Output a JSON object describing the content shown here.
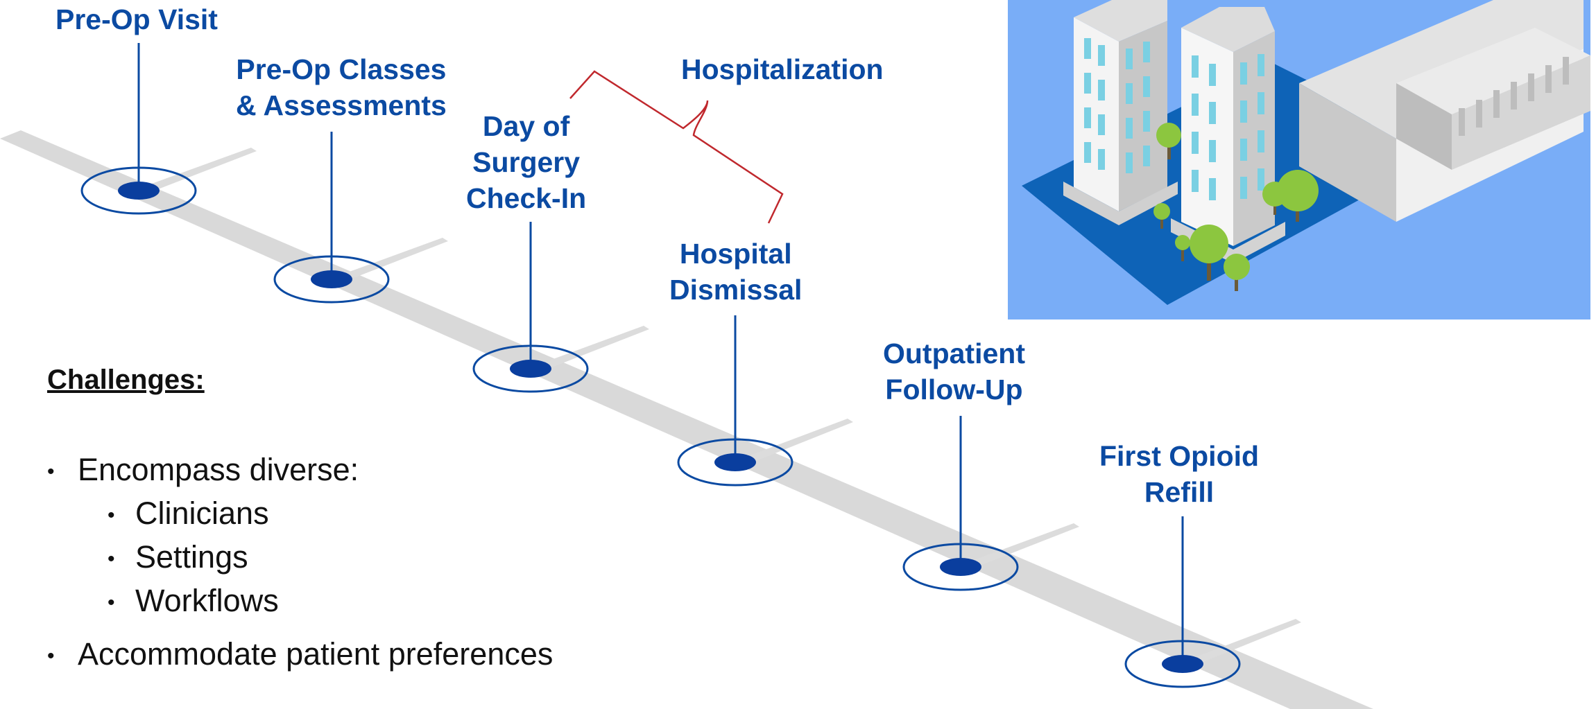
{
  "milestones": [
    {
      "id": "pre-op-visit",
      "lines": [
        "Pre-Op Visit"
      ]
    },
    {
      "id": "pre-op-classes",
      "lines": [
        "Pre-Op Classes",
        "& Assessments"
      ]
    },
    {
      "id": "day-of-surgery",
      "lines": [
        "Day of",
        "Surgery",
        "Check-In"
      ]
    },
    {
      "id": "hospital-dismissal",
      "lines": [
        "Hospital",
        "Dismissal"
      ]
    },
    {
      "id": "outpatient-follow-up",
      "lines": [
        "Outpatient",
        "Follow-Up"
      ]
    },
    {
      "id": "first-opioid-refill",
      "lines": [
        "First Opioid",
        "Refill"
      ]
    }
  ],
  "hospitalization": {
    "label": "Hospitalization"
  },
  "challenges": {
    "heading": "Challenges:",
    "items": [
      {
        "text": "Encompass diverse:",
        "sub": [
          "Clinicians",
          "Settings",
          "Workflows"
        ]
      },
      {
        "text": "Accommodate patient preferences"
      }
    ]
  },
  "colors": {
    "accent": "#0b4aa2",
    "marker": "#0a3e9e",
    "road": "#d9d9d9",
    "bracket": "#c0282d",
    "sky": "#79adf7",
    "ground": "#0e63b7",
    "tree": "#8cc63f"
  },
  "illustration": {
    "icon": "hospital-buildings-illustration"
  }
}
